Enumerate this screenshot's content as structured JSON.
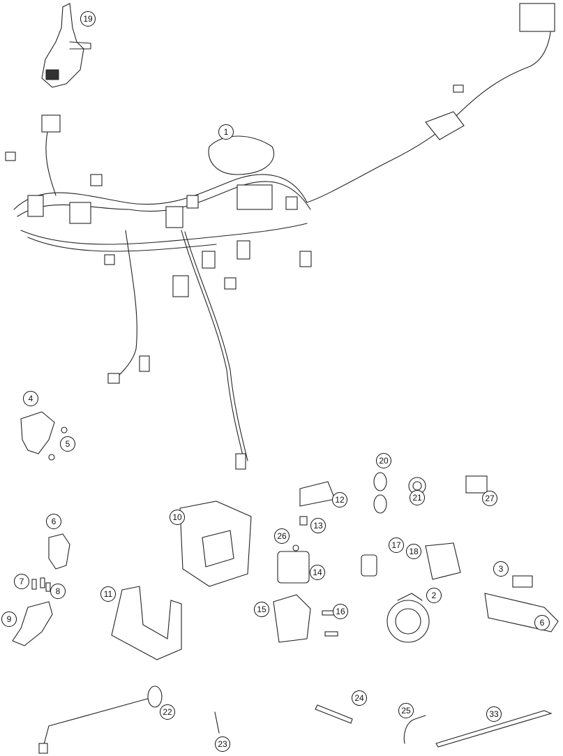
{
  "title": "Wiring harness exploded parts diagram",
  "callouts": {
    "c1": "1",
    "c2": "2",
    "c3": "3",
    "c4": "4",
    "c5": "5",
    "c6a": "6",
    "c6b": "6",
    "c7": "7",
    "c8": "8",
    "c9": "9",
    "c10": "10",
    "c11": "11",
    "c12": "12",
    "c13": "13",
    "c14": "14",
    "c15": "15",
    "c16": "16",
    "c17": "17",
    "c18": "18",
    "c19": "19",
    "c20": "20",
    "c21": "21",
    "c22": "22",
    "c23": "23",
    "c24": "24",
    "c25": "25",
    "c26": "26",
    "c27": "27",
    "c33": "33"
  }
}
